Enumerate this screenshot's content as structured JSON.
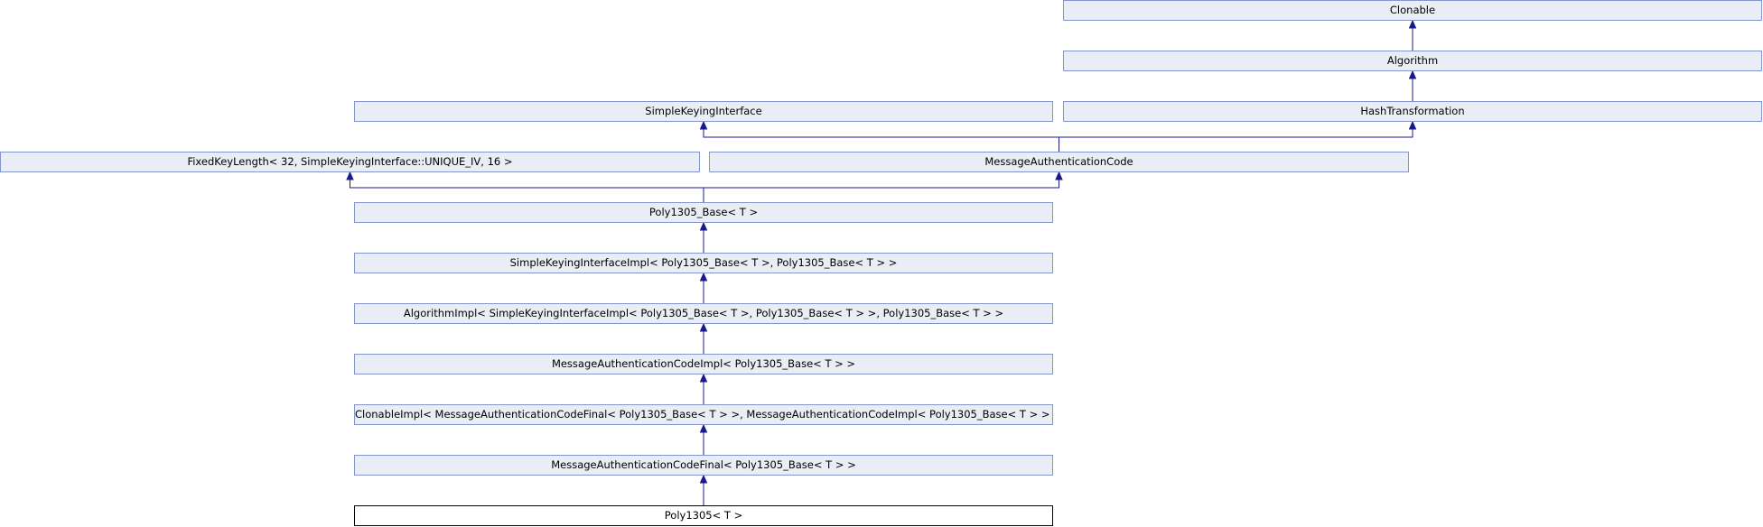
{
  "diagram": {
    "type": "class-inheritance-graph",
    "colors": {
      "node_fill": "#e8edf6",
      "node_border": "#8496c9",
      "current_node_fill": "#ffffff",
      "current_node_border": "#000000",
      "edge": "#1a1a8c"
    },
    "nodes": {
      "clonable": "Clonable",
      "algorithm": "Algorithm",
      "simple_keying_interface": "SimpleKeyingInterface",
      "hash_transformation": "HashTransformation",
      "fixed_key_length": "FixedKeyLength< 32, SimpleKeyingInterface::UNIQUE_IV, 16 >",
      "message_authentication_code": "MessageAuthenticationCode",
      "poly1305_base": "Poly1305_Base< T >",
      "simple_keying_interface_impl": "SimpleKeyingInterfaceImpl< Poly1305_Base< T >, Poly1305_Base< T > >",
      "algorithm_impl": "AlgorithmImpl< SimpleKeyingInterfaceImpl< Poly1305_Base< T >, Poly1305_Base< T > >, Poly1305_Base< T > >",
      "message_authentication_code_impl": "MessageAuthenticationCodeImpl< Poly1305_Base< T > >",
      "clonable_impl": "ClonableImpl< MessageAuthenticationCodeFinal< Poly1305_Base< T > >, MessageAuthenticationCodeImpl< Poly1305_Base< T > > >",
      "message_authentication_code_final": "MessageAuthenticationCodeFinal< Poly1305_Base< T > >",
      "poly1305": "Poly1305< T >"
    },
    "edges": [
      {
        "from": "algorithm",
        "to": "clonable"
      },
      {
        "from": "hash_transformation",
        "to": "algorithm"
      },
      {
        "from": "message_authentication_code",
        "to": "simple_keying_interface"
      },
      {
        "from": "message_authentication_code",
        "to": "hash_transformation"
      },
      {
        "from": "poly1305_base",
        "to": "fixed_key_length"
      },
      {
        "from": "poly1305_base",
        "to": "message_authentication_code"
      },
      {
        "from": "simple_keying_interface_impl",
        "to": "poly1305_base"
      },
      {
        "from": "algorithm_impl",
        "to": "simple_keying_interface_impl"
      },
      {
        "from": "message_authentication_code_impl",
        "to": "algorithm_impl"
      },
      {
        "from": "clonable_impl",
        "to": "message_authentication_code_impl"
      },
      {
        "from": "message_authentication_code_final",
        "to": "clonable_impl"
      },
      {
        "from": "poly1305",
        "to": "message_authentication_code_final"
      }
    ]
  }
}
